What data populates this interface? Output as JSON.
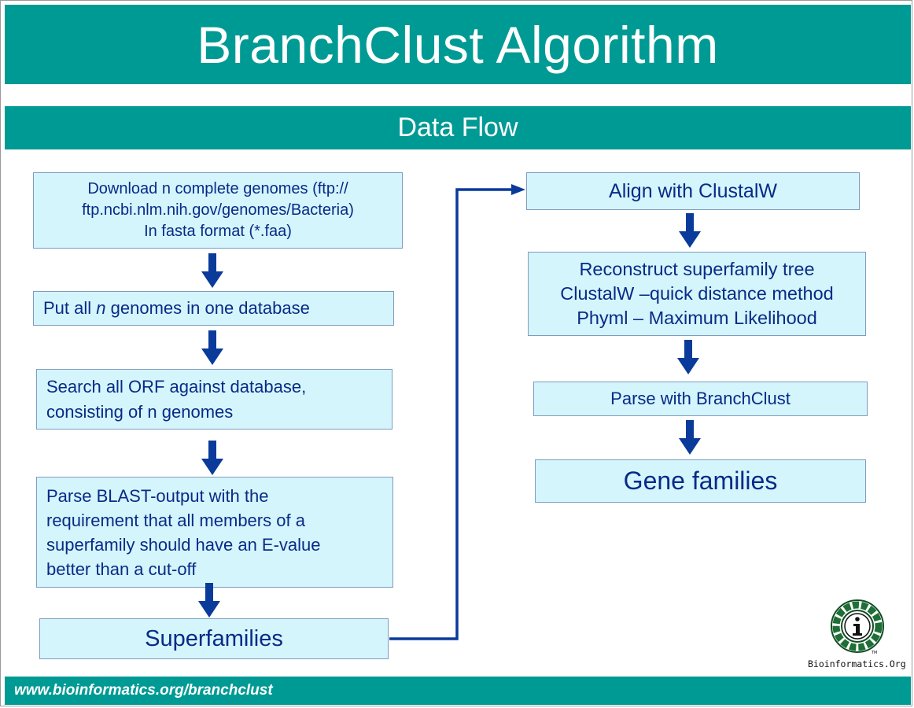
{
  "title": "BranchClust Algorithm",
  "subtitle": "Data Flow",
  "footer_url": "www.bioinformatics.org/branchclust",
  "logo": {
    "icon": "bioinformatics-org-logo",
    "caption": "Bioinformatics.Org",
    "tm": "TM"
  },
  "left_steps": {
    "download": {
      "lines": [
        "Download n complete genomes (ftp://",
        "ftp.ncbi.nlm.nih.gov/genomes/Bacteria)",
        "In fasta format (*.faa)"
      ]
    },
    "database": {
      "prefix": "Put all ",
      "italic": "n",
      "suffix": " genomes in one database"
    },
    "search": {
      "lines": [
        "Search all ORF against database,",
        "consisting of n genomes"
      ]
    },
    "parse_blast": {
      "lines": [
        "Parse BLAST-output with the",
        "requirement that all members of a",
        "superfamily should have an E-value",
        "better than a cut-off"
      ]
    },
    "superfamilies": {
      "label": "Superfamilies"
    }
  },
  "right_steps": {
    "align": {
      "label": "Align with ClustalW"
    },
    "reconstruct": {
      "lines": [
        "Reconstruct superfamily tree",
        "ClustalW –quick distance method",
        "Phyml – Maximum Likelihood"
      ]
    },
    "parse_branchclust": {
      "label": "Parse with BranchClust"
    },
    "gene_families": {
      "label": "Gene families"
    }
  },
  "colors": {
    "header_teal": "#009a94",
    "box_fill": "#d4f5fb",
    "box_border": "#7f9cc0",
    "text_navy": "#0a2a88",
    "arrow_navy": "#0a3a9a"
  }
}
